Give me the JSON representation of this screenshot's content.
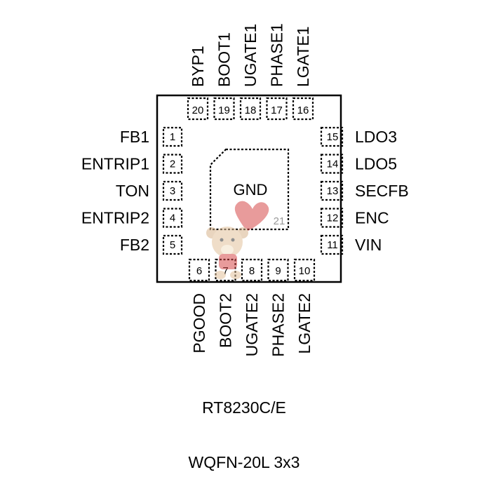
{
  "package": {
    "part_number": "RT8230C/E",
    "package_name": "WQFN-20L 3x3"
  },
  "exposed_pad": {
    "label": "GND",
    "pin": "21"
  },
  "pins": {
    "left": [
      {
        "num": "1",
        "name": "FB1"
      },
      {
        "num": "2",
        "name": "ENTRIP1"
      },
      {
        "num": "3",
        "name": "TON"
      },
      {
        "num": "4",
        "name": "ENTRIP2"
      },
      {
        "num": "5",
        "name": "FB2"
      }
    ],
    "bottom": [
      {
        "num": "6",
        "name": "PGOOD"
      },
      {
        "num": "7",
        "name": "BOOT2"
      },
      {
        "num": "8",
        "name": "UGATE2"
      },
      {
        "num": "9",
        "name": "PHASE2"
      },
      {
        "num": "10",
        "name": "LGATE2"
      }
    ],
    "right": [
      {
        "num": "11",
        "name": "VIN"
      },
      {
        "num": "12",
        "name": "ENC"
      },
      {
        "num": "13",
        "name": "SECFB"
      },
      {
        "num": "14",
        "name": "LDO5"
      },
      {
        "num": "15",
        "name": "LDO3"
      }
    ],
    "top": [
      {
        "num": "16",
        "name": "LGATE1"
      },
      {
        "num": "17",
        "name": "PHASE1"
      },
      {
        "num": "18",
        "name": "UGATE1"
      },
      {
        "num": "19",
        "name": "BOOT1"
      },
      {
        "num": "20",
        "name": "BYP1"
      }
    ]
  }
}
